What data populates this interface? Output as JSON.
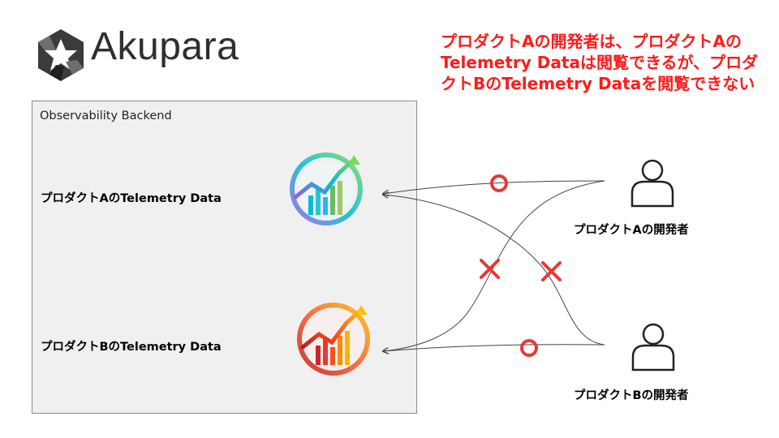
{
  "brand": {
    "name": "Akupara",
    "logo_icon": "hexagon-star-logo"
  },
  "note": {
    "text": "プロダクトAの開発者は、プロダクトAのTelemetry Dataは閲覧できるが、プロダクトBのTelemetry Dataを閲覧できない",
    "color": "#ff1a1a"
  },
  "backend": {
    "title": "Observability Backend",
    "data_a": "プロダクトAのTelemetry Data",
    "data_b": "プロダクトBのTelemetry Data",
    "icon_a": "chart-growth-icon-blue",
    "icon_b": "chart-growth-icon-red"
  },
  "developers": {
    "a": "プロダクトAの開発者",
    "b": "プロダクトBの開発者",
    "icon": "person-icon"
  },
  "access": {
    "allowed_mark": "circle",
    "denied_mark": "cross",
    "mark_color": "#e53935"
  }
}
